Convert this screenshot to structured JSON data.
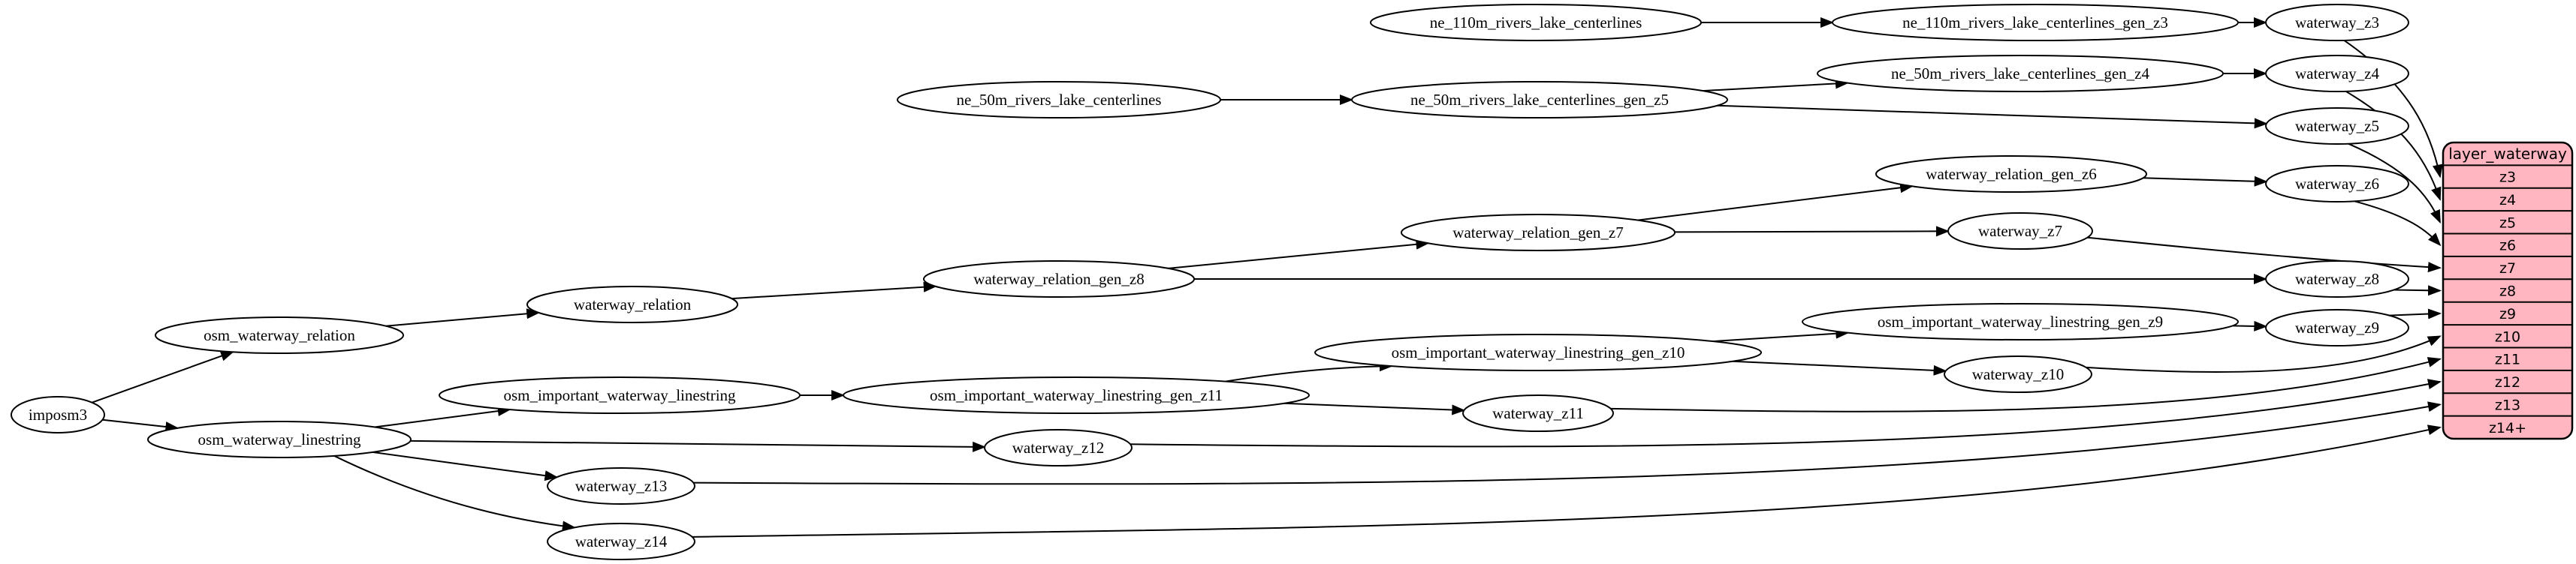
{
  "diagram": {
    "background": "#ffffff",
    "edge_color": "#000000",
    "node_fill": "#ffffff",
    "node_stroke": "#000000",
    "nodes": [
      {
        "id": "imposm3",
        "label": "imposm3"
      },
      {
        "id": "osm_waterway_relation",
        "label": "osm_waterway_relation"
      },
      {
        "id": "osm_waterway_linestring",
        "label": "osm_waterway_linestring"
      },
      {
        "id": "waterway_relation",
        "label": "waterway_relation"
      },
      {
        "id": "osm_important_waterway_linestring",
        "label": "osm_important_waterway_linestring"
      },
      {
        "id": "waterway_relation_gen_z8",
        "label": "waterway_relation_gen_z8"
      },
      {
        "id": "waterway_relation_gen_z7",
        "label": "waterway_relation_gen_z7"
      },
      {
        "id": "waterway_relation_gen_z6",
        "label": "waterway_relation_gen_z6"
      },
      {
        "id": "osm_important_waterway_linestring_gen_z11",
        "label": "osm_important_waterway_linestring_gen_z11"
      },
      {
        "id": "osm_important_waterway_linestring_gen_z10",
        "label": "osm_important_waterway_linestring_gen_z10"
      },
      {
        "id": "osm_important_waterway_linestring_gen_z9",
        "label": "osm_important_waterway_linestring_gen_z9"
      },
      {
        "id": "ne_110m_rivers_lake_centerlines",
        "label": "ne_110m_rivers_lake_centerlines"
      },
      {
        "id": "ne_110m_rivers_lake_centerlines_gen_z3",
        "label": "ne_110m_rivers_lake_centerlines_gen_z3"
      },
      {
        "id": "ne_50m_rivers_lake_centerlines",
        "label": "ne_50m_rivers_lake_centerlines"
      },
      {
        "id": "ne_50m_rivers_lake_centerlines_gen_z5",
        "label": "ne_50m_rivers_lake_centerlines_gen_z5"
      },
      {
        "id": "ne_50m_rivers_lake_centerlines_gen_z4",
        "label": "ne_50m_rivers_lake_centerlines_gen_z4"
      },
      {
        "id": "waterway_z3",
        "label": "waterway_z3"
      },
      {
        "id": "waterway_z4",
        "label": "waterway_z4"
      },
      {
        "id": "waterway_z5",
        "label": "waterway_z5"
      },
      {
        "id": "waterway_z6",
        "label": "waterway_z6"
      },
      {
        "id": "waterway_z7",
        "label": "waterway_z7"
      },
      {
        "id": "waterway_z8",
        "label": "waterway_z8"
      },
      {
        "id": "waterway_z9",
        "label": "waterway_z9"
      },
      {
        "id": "waterway_z10",
        "label": "waterway_z10"
      },
      {
        "id": "waterway_z11",
        "label": "waterway_z11"
      },
      {
        "id": "waterway_z12",
        "label": "waterway_z12"
      },
      {
        "id": "waterway_z13",
        "label": "waterway_z13"
      },
      {
        "id": "waterway_z14",
        "label": "waterway_z14"
      }
    ],
    "edges": [
      {
        "from": "imposm3",
        "to": "osm_waterway_relation"
      },
      {
        "from": "imposm3",
        "to": "osm_waterway_linestring"
      },
      {
        "from": "osm_waterway_relation",
        "to": "waterway_relation"
      },
      {
        "from": "waterway_relation",
        "to": "waterway_relation_gen_z8"
      },
      {
        "from": "waterway_relation_gen_z8",
        "to": "waterway_relation_gen_z7"
      },
      {
        "from": "waterway_relation_gen_z7",
        "to": "waterway_relation_gen_z6"
      },
      {
        "from": "waterway_relation_gen_z6",
        "to": "waterway_z6"
      },
      {
        "from": "waterway_relation_gen_z7",
        "to": "waterway_z7"
      },
      {
        "from": "waterway_relation_gen_z8",
        "to": "waterway_z8"
      },
      {
        "from": "osm_waterway_linestring",
        "to": "osm_important_waterway_linestring"
      },
      {
        "from": "osm_important_waterway_linestring",
        "to": "osm_important_waterway_linestring_gen_z11"
      },
      {
        "from": "osm_important_waterway_linestring_gen_z11",
        "to": "osm_important_waterway_linestring_gen_z10"
      },
      {
        "from": "osm_important_waterway_linestring_gen_z10",
        "to": "osm_important_waterway_linestring_gen_z9"
      },
      {
        "from": "osm_important_waterway_linestring_gen_z9",
        "to": "waterway_z9"
      },
      {
        "from": "osm_important_waterway_linestring_gen_z10",
        "to": "waterway_z10"
      },
      {
        "from": "osm_important_waterway_linestring_gen_z11",
        "to": "waterway_z11"
      },
      {
        "from": "osm_waterway_linestring",
        "to": "waterway_z12"
      },
      {
        "from": "osm_waterway_linestring",
        "to": "waterway_z13"
      },
      {
        "from": "osm_waterway_linestring",
        "to": "waterway_z14"
      },
      {
        "from": "ne_110m_rivers_lake_centerlines",
        "to": "ne_110m_rivers_lake_centerlines_gen_z3"
      },
      {
        "from": "ne_110m_rivers_lake_centerlines_gen_z3",
        "to": "waterway_z3"
      },
      {
        "from": "ne_50m_rivers_lake_centerlines",
        "to": "ne_50m_rivers_lake_centerlines_gen_z5"
      },
      {
        "from": "ne_50m_rivers_lake_centerlines_gen_z5",
        "to": "ne_50m_rivers_lake_centerlines_gen_z4"
      },
      {
        "from": "ne_50m_rivers_lake_centerlines_gen_z4",
        "to": "waterway_z4"
      },
      {
        "from": "ne_50m_rivers_lake_centerlines_gen_z5",
        "to": "waterway_z5"
      },
      {
        "from": "waterway_z3",
        "to": "table:z3"
      },
      {
        "from": "waterway_z4",
        "to": "table:z4"
      },
      {
        "from": "waterway_z5",
        "to": "table:z5"
      },
      {
        "from": "waterway_z6",
        "to": "table:z6"
      },
      {
        "from": "waterway_z7",
        "to": "table:z7"
      },
      {
        "from": "waterway_z8",
        "to": "table:z8"
      },
      {
        "from": "waterway_z9",
        "to": "table:z9"
      },
      {
        "from": "waterway_z10",
        "to": "table:z10"
      },
      {
        "from": "waterway_z11",
        "to": "table:z11"
      },
      {
        "from": "waterway_z12",
        "to": "table:z12"
      },
      {
        "from": "waterway_z13",
        "to": "table:z13"
      },
      {
        "from": "waterway_z14",
        "to": "table:z14+"
      }
    ],
    "table": {
      "title": "layer_waterway",
      "fill": "#ffb6c1",
      "stroke": "#000000",
      "rows": [
        "z3",
        "z4",
        "z5",
        "z6",
        "z7",
        "z8",
        "z9",
        "z10",
        "z11",
        "z12",
        "z13",
        "z14+"
      ]
    }
  }
}
